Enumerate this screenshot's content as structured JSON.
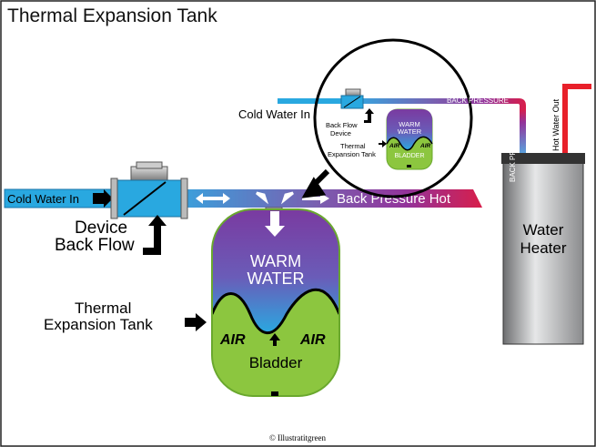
{
  "title": "Thermal Expansion Tank",
  "main": {
    "cold_water_in": "Cold Water In",
    "device_line1": "Device",
    "device_line2": "Back Flow",
    "back_pressure_hot": "Back Pressure Hot",
    "tank_warm": "WARM",
    "tank_water": "WATER",
    "thermal_line1": "Thermal",
    "thermal_line2": "Expansion Tank",
    "air_left": "AIR",
    "air_right": "AIR",
    "bladder": "Bladder"
  },
  "inset": {
    "cold_water_in": "Cold Water In",
    "backflow_line1": "Back Flow",
    "backflow_line2": "Device",
    "warm": "WARM",
    "water": "WATER",
    "thermal_line1": "Thermal",
    "thermal_line2": "Expansion Tank",
    "air_left": "AIR",
    "air_right": "AIR",
    "bladder": "BLADDER",
    "back_pressure_horizontal": "BACK PRESSURE",
    "back_pressure_vertical": "BACK PRESSURE"
  },
  "heater": {
    "line1": "Water",
    "line2": "Heater",
    "hot_water_out": "Hot Water Out"
  },
  "credit": "© Illustratitgreen",
  "colors": {
    "cold": "#29a8e0",
    "purple": "#7b3f9e",
    "hot": "#d81e4a",
    "tank_green": "#8cc63f",
    "red_pipe": "#e8202a"
  }
}
